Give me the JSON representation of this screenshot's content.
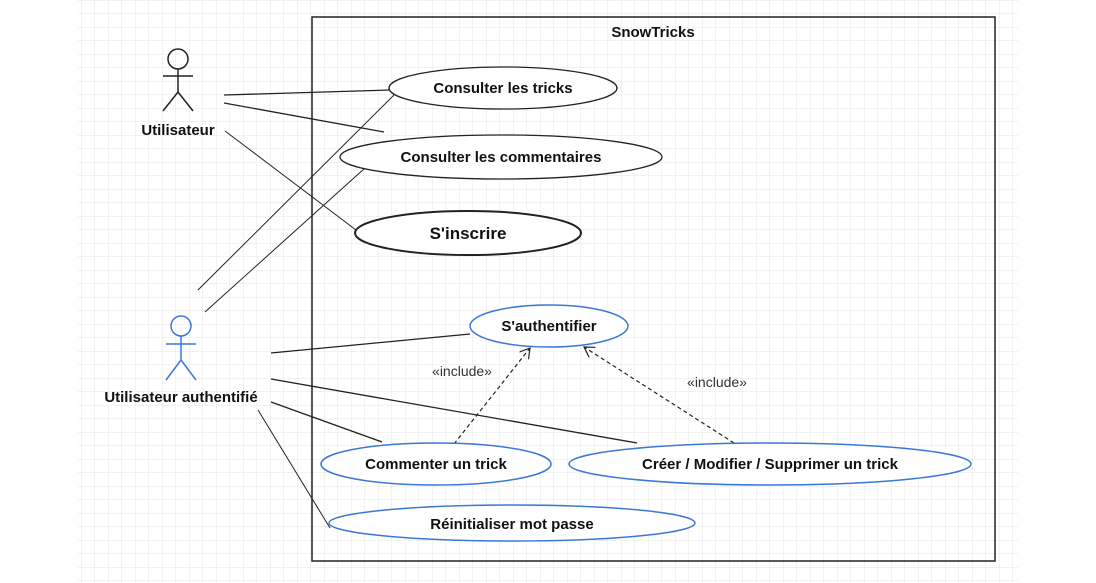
{
  "system": {
    "title": "SnowTricks"
  },
  "actors": {
    "user": {
      "label": "Utilisateur"
    },
    "auth_user": {
      "label": "Utilisateur authentifié"
    }
  },
  "use_cases": {
    "consult_tricks": "Consulter les tricks",
    "consult_comments": "Consulter les commentaires",
    "signup": "S'inscrire",
    "authenticate": "S'authentifier",
    "comment": "Commenter un trick",
    "crud_trick": "Créer / Modifier / Supprimer un trick",
    "reset_password": "Réinitialiser mot passe"
  },
  "relations": {
    "include_left": "«include»",
    "include_right": "«include»"
  },
  "colors": {
    "grid": "#e6e6e6",
    "black_stroke": "#222222",
    "blue_stroke": "#3a78d8"
  }
}
